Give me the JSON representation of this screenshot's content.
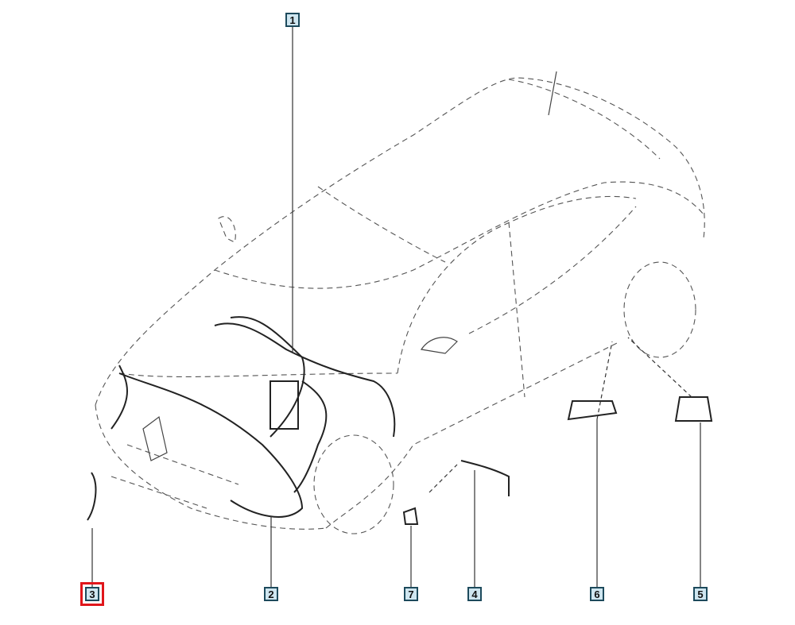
{
  "diagram": {
    "callouts": [
      {
        "id": "1",
        "label": "1"
      },
      {
        "id": "2",
        "label": "2"
      },
      {
        "id": "3",
        "label": "3",
        "selected": true
      },
      {
        "id": "7",
        "label": "7"
      },
      {
        "id": "4",
        "label": "4"
      },
      {
        "id": "6",
        "label": "6"
      },
      {
        "id": "5",
        "label": "5"
      }
    ],
    "colors": {
      "callout_fill": "#cfe6f0",
      "callout_border": "#1d4a5c",
      "selection": "#e0161b"
    }
  }
}
